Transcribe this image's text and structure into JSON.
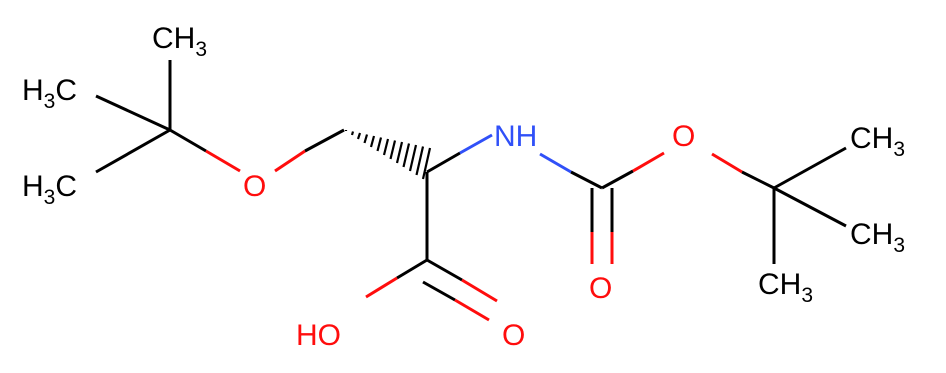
{
  "molecule": {
    "atoms": {
      "ch3_top": {
        "base": "CH",
        "sub": "3"
      },
      "h3c_mid": {
        "pre": "H",
        "sub": "3",
        "base": "C"
      },
      "h3c_low": {
        "pre": "H",
        "sub": "3",
        "base": "C"
      },
      "ether_o": {
        "text": "O"
      },
      "amine_nh": {
        "text": "NH"
      },
      "carbamate_o_ester": {
        "text": "O"
      },
      "carbamate_o_carbonyl": {
        "text": "O"
      },
      "acid_oh": {
        "text": "HO"
      },
      "acid_o_carbonyl": {
        "text": "O"
      },
      "ch3_r1": {
        "base": "CH",
        "sub": "3"
      },
      "ch3_r2": {
        "base": "CH",
        "sub": "3"
      },
      "ch3_r3": {
        "base": "CH",
        "sub": "3"
      }
    },
    "colors": {
      "carbon": "#000000",
      "oxygen": "#ff0d0d",
      "nitrogen": "#3050f8"
    }
  }
}
